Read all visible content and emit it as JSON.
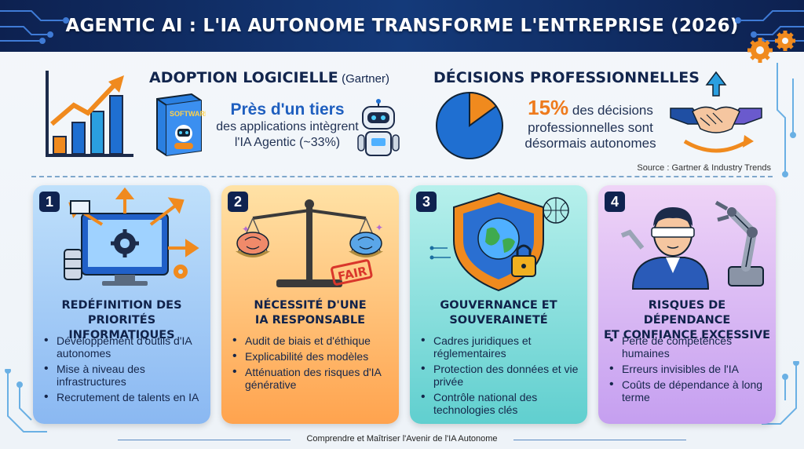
{
  "header": {
    "title": "AGENTIC AI : L'IA AUTONOME TRANSFORME L'ENTREPRISE (2026)"
  },
  "adoption": {
    "title": "ADOPTION LOGICIELLE",
    "title_suffix": "(Gartner)",
    "box_label": "SOFTWARE",
    "highlight": "Près d'un tiers",
    "line1": "des applications intègrent",
    "line2": "l'IA Agentic (~33%)",
    "icons": [
      "bar-chart-icon",
      "software-box-icon",
      "robot-icon"
    ]
  },
  "decisions": {
    "title": "DÉCISIONS PROFESSIONNELLES",
    "highlight": "15%",
    "line1_rest": " des décisions",
    "line2": "professionnelles sont",
    "line3": "désormais autonomes",
    "pie_value_percent": 15,
    "icons": [
      "pie-chart-icon",
      "handshake-icon"
    ]
  },
  "source": "Source : Gartner & Industry Trends",
  "cards": [
    {
      "number": "1",
      "title_line1": "REDÉFINITION DES",
      "title_line2": "PRIORITÉS INFORMATIQUES",
      "bullets": [
        "Développement d'outils d'IA autonomes",
        "Mise à niveau des infrastructures",
        "Recrutement de talents en IA"
      ],
      "color": "#8ab8f2"
    },
    {
      "number": "2",
      "title_line1": "NÉCESSITÉ D'UNE",
      "title_line2": "IA RESPONSABLE",
      "stamp": "FAIR",
      "bullets": [
        "Audit de biais et d'éthique",
        "Explicabilité des modèles",
        "Atténuation des risques d'IA générative"
      ],
      "color": "#ffa34e"
    },
    {
      "number": "3",
      "title_line1": "GOUVERNANCE ET",
      "title_line2": "SOUVERAINETÉ",
      "bullets": [
        "Cadres juridiques et réglementaires",
        "Protection des données et vie privée",
        "Contrôle national des technologies clés"
      ],
      "color": "#60cfcf"
    },
    {
      "number": "4",
      "title_line1": "RISQUES DE DÉPENDANCE",
      "title_line2": "ET CONFIANCE EXCESSIVE",
      "bullets": [
        "Perte de compétences humaines",
        "Erreurs invisibles de l'IA",
        "Coûts de dépendance à long terme"
      ],
      "color": "#c59ff0"
    }
  ],
  "footer": "Comprendre et Maîtriser l'Avenir de l'IA Autonome"
}
